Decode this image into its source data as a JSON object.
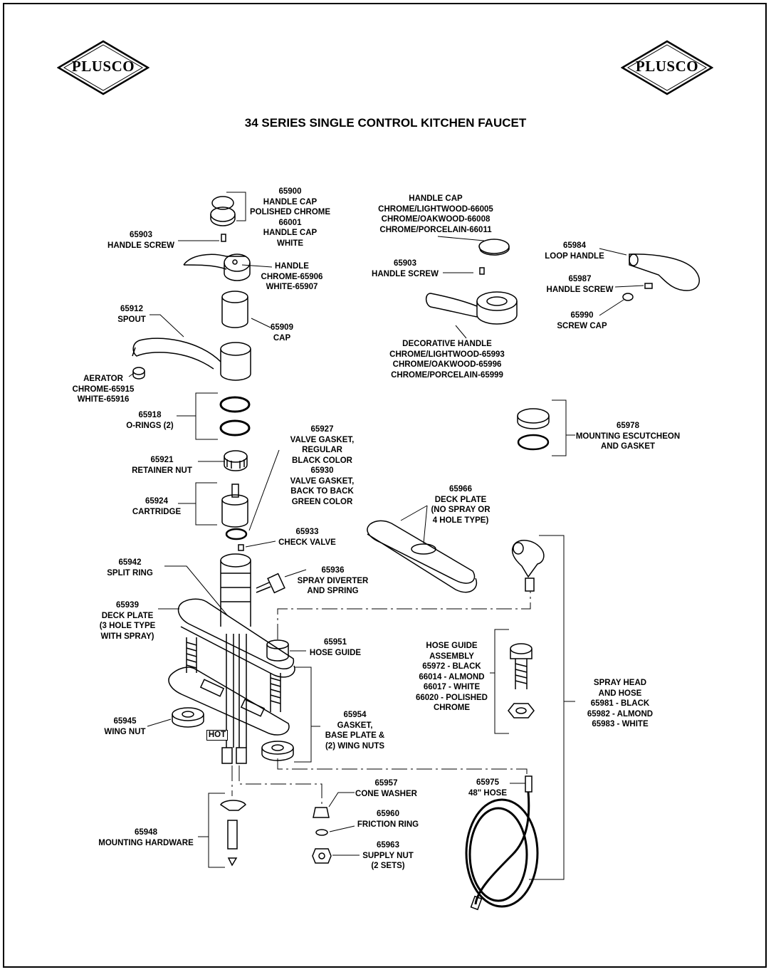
{
  "brand": {
    "logo_left": "PLUSCO",
    "logo_right": "PLUSCO"
  },
  "title": "34 SERIES SINGLE CONTROL KITCHEN FAUCET",
  "labels": {
    "handle_cap_65900": [
      "65900",
      "HANDLE CAP",
      "POLISHED CHROME",
      "66001",
      "HANDLE CAP",
      "WHITE"
    ],
    "handle_screw_65903": [
      "65903",
      "HANDLE SCREW"
    ],
    "handle": [
      "HANDLE",
      "CHROME-65906",
      "WHITE-65907"
    ],
    "spout": [
      "65912",
      "SPOUT"
    ],
    "cap": [
      "65909",
      "CAP"
    ],
    "aerator": [
      "AERATOR",
      "CHROME-65915",
      "WHITE-65916"
    ],
    "o_rings": [
      "65918",
      "O-RINGS (2)"
    ],
    "valve_gasket": [
      "65927",
      "VALVE GASKET,",
      "REGULAR",
      "BLACK COLOR",
      "65930",
      "VALVE GASKET,",
      "BACK TO BACK",
      "GREEN COLOR"
    ],
    "retainer_nut": [
      "65921",
      "RETAINER NUT"
    ],
    "cartridge": [
      "65924",
      "CARTRIDGE"
    ],
    "check_valve": [
      "65933",
      "CHECK VALVE"
    ],
    "split_ring": [
      "65942",
      "SPLIT RING"
    ],
    "spray_diverter": [
      "65936",
      "SPRAY DIVERTER",
      "AND SPRING"
    ],
    "deck_plate_3hole": [
      "65939",
      "DECK PLATE",
      "(3 HOLE TYPE",
      "WITH SPRAY)"
    ],
    "hose_guide": [
      "65951",
      "HOSE GUIDE"
    ],
    "wing_nut": [
      "65945",
      "WING NUT"
    ],
    "gasket_base_plate": [
      "65954",
      "GASKET,",
      "BASE PLATE &",
      "(2) WING NUTS"
    ],
    "cone_washer": [
      "65957",
      "CONE WASHER"
    ],
    "friction_ring": [
      "65960",
      "FRICTION RING"
    ],
    "supply_nut": [
      "65963",
      "SUPPLY NUT",
      "(2 SETS)"
    ],
    "mounting_hardware": [
      "65948",
      "MOUNTING HARDWARE"
    ],
    "handle_cap_decor": [
      "HANDLE CAP",
      "CHROME/LIGHTWOOD-66005",
      "CHROME/OAKWOOD-66008",
      "CHROME/PORCELAIN-66011"
    ],
    "handle_screw_decor": [
      "65903",
      "HANDLE SCREW"
    ],
    "decorative_handle": [
      "DECORATIVE HANDLE",
      "CHROME/LIGHTWOOD-65993",
      "CHROME/OAKWOOD-65996",
      "CHROME/PORCELAIN-65999"
    ],
    "loop_handle": [
      "65984",
      "LOOP HANDLE"
    ],
    "handle_screw_loop": [
      "65987",
      "HANDLE SCREW"
    ],
    "screw_cap": [
      "65990",
      "SCREW CAP"
    ],
    "mounting_escutcheon": [
      "65978",
      "MOUNTING ESCUTCHEON",
      "AND GASKET"
    ],
    "deck_plate_nospray": [
      "65966",
      "DECK PLATE",
      "(NO SPRAY OR",
      "4 HOLE TYPE)"
    ],
    "hose_guide_assembly": [
      "HOSE GUIDE",
      "ASSEMBLY",
      "65972 - BLACK",
      "66014 - ALMOND",
      "66017 - WHITE",
      "66020 - POLISHED",
      "CHROME"
    ],
    "spray_head_hose": [
      "SPRAY HEAD",
      "AND HOSE",
      "65981 - BLACK",
      "65982 - ALMOND",
      "65983 - WHITE"
    ],
    "hose_48": [
      "65975",
      "48\" HOSE"
    ],
    "hot_marker": "HOT"
  }
}
